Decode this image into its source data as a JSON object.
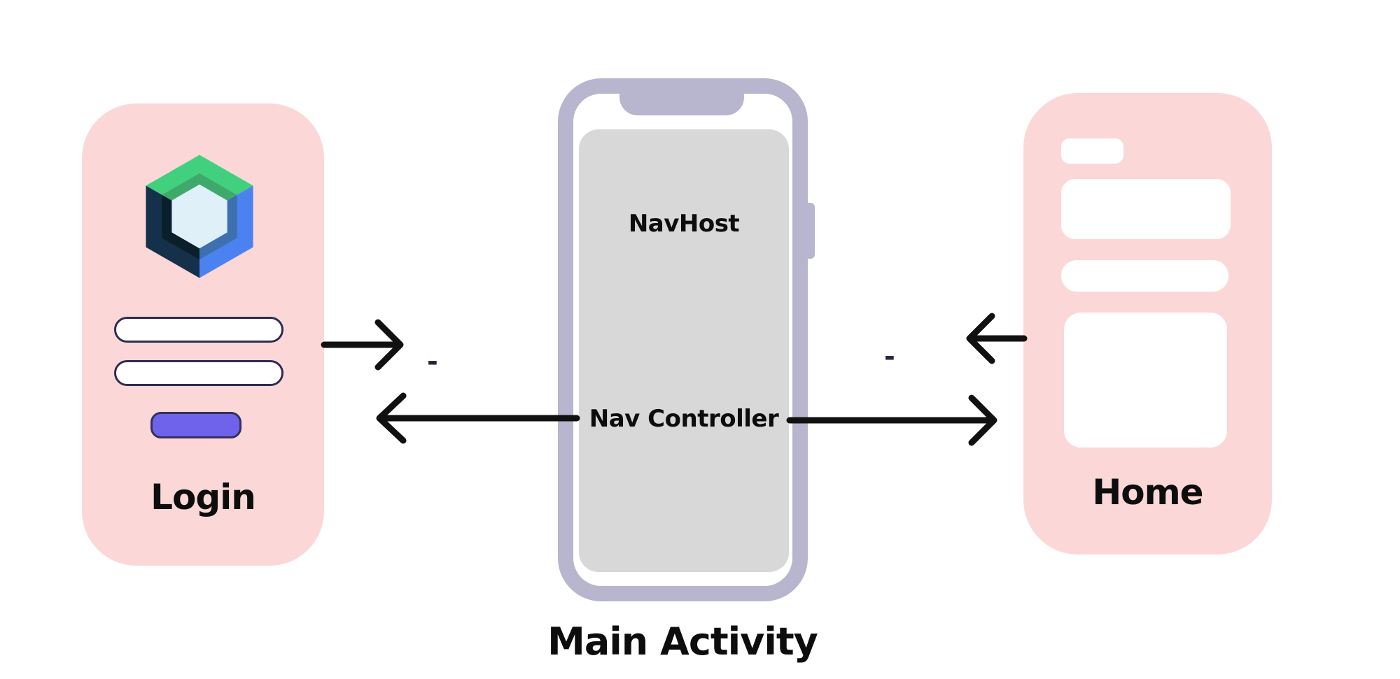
{
  "diagram": {
    "login_screen": {
      "caption": "Login",
      "logo_icon": "jetpack-compose-logo-icon"
    },
    "main_activity": {
      "navhost_label": "NavHost",
      "nav_controller_label": "Nav Controller",
      "caption": "Main Activity"
    },
    "home_screen": {
      "caption": "Home"
    },
    "connectors": {
      "login_to_main_arrow": "right",
      "main_to_login_arrow": "left",
      "main_to_home_arrow": "right",
      "home_to_main_arrow": "left",
      "login_dash": "-",
      "home_dash": "-"
    },
    "colors": {
      "card_pink": "#fbd8d7",
      "phone_frame_lavender": "#b8b5ce",
      "screen_gray": "#d8d8d8",
      "button_purple": "#6e63ea",
      "outline_navy": "#2e2c50",
      "arrow_black": "#111111",
      "logo_green": "#41d07e",
      "logo_green_shade": "#3fa96c",
      "logo_blue": "#4b82f0",
      "logo_blue_shade": "#3e6fae",
      "logo_navy": "#14304a",
      "logo_navy_shade": "#0a1e2c",
      "logo_center_light": "#dff0f9"
    }
  }
}
